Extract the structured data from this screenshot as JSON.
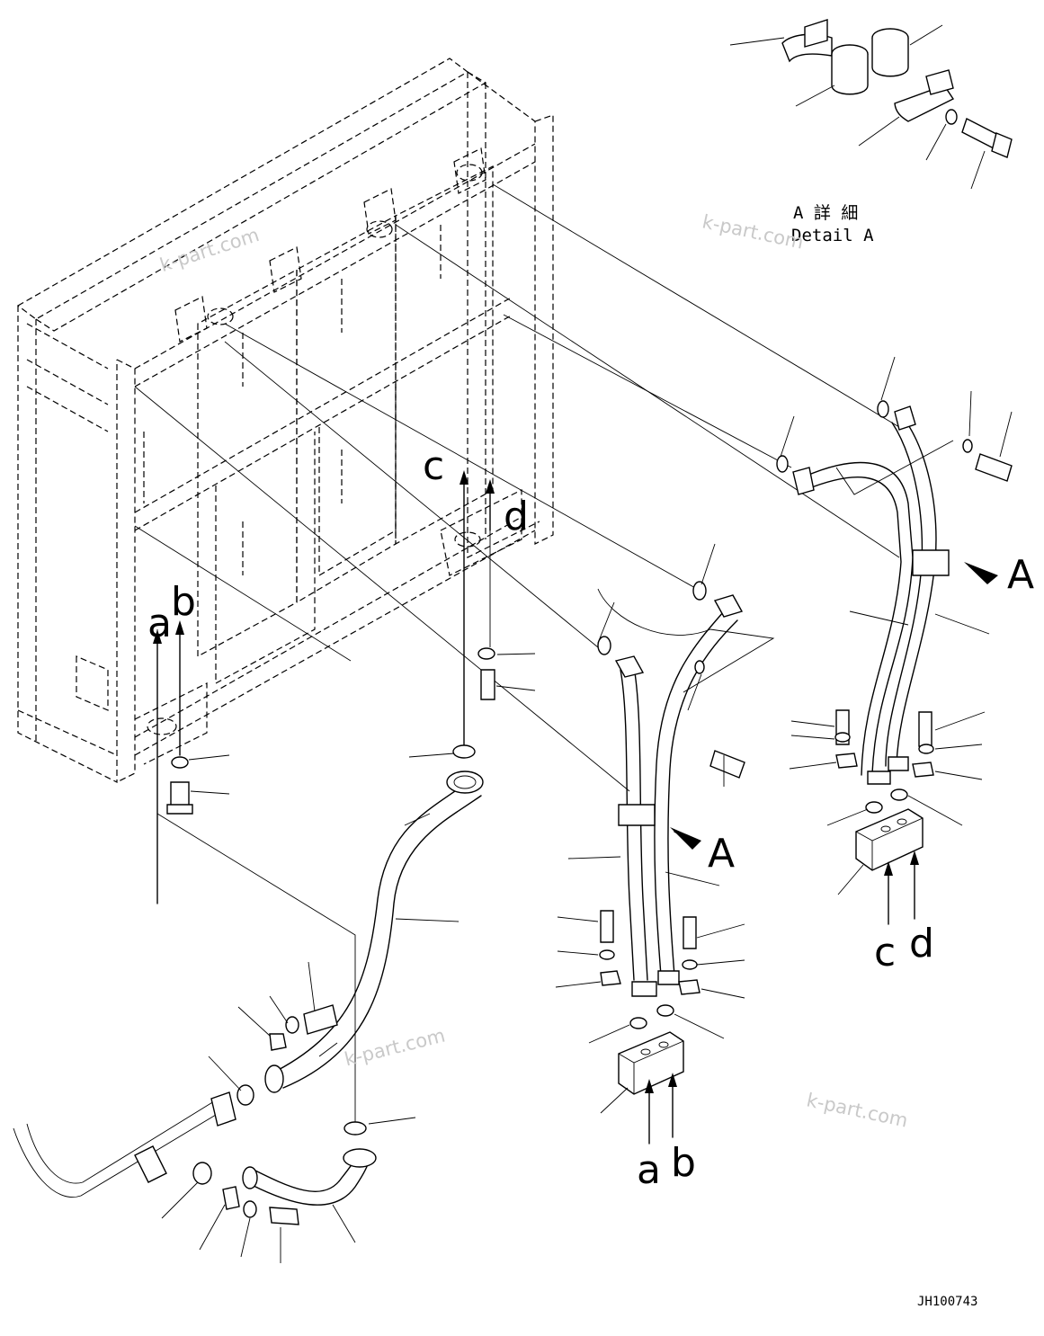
{
  "labels": {
    "a_top": "a",
    "b_top": "b",
    "c_top": "c",
    "d_top": "d",
    "a_bottom": "a",
    "b_bottom": "b",
    "c_right": "c",
    "d_right": "d",
    "A_center": "A",
    "A_right": "A"
  },
  "detail": {
    "line1": "A 詳 細",
    "line2": "Detail A"
  },
  "watermark": "k-part.com",
  "drawing_code": "JH100743",
  "colors": {
    "ink": "#000000",
    "watermark": "#c9c9c9",
    "background": "#ffffff"
  }
}
